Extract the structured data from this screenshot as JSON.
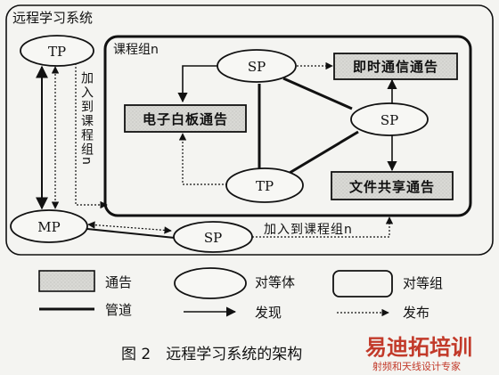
{
  "system_title": "远程学习系统",
  "course_group_label": "课程组n",
  "nodes": {
    "tp_top": "TP",
    "mp": "MP",
    "sp_bottom": "SP",
    "sp_group_top": "SP",
    "sp_group_right": "SP",
    "tp_group": "TP"
  },
  "notices": {
    "im": "即时通信通告",
    "whiteboard": "电子白板通告",
    "file_share": "文件共享通告"
  },
  "edge_labels": {
    "join_vertical": "加入到课程组n",
    "join_horizontal": "加入到课程组n"
  },
  "legend": {
    "notice": "通告",
    "pipe": "管道",
    "peer": "对等体",
    "discovery": "发现",
    "peer_group": "对等组",
    "publish": "发布"
  },
  "caption": "图 2　远程学习系统的架构",
  "watermark": {
    "brand": "易迪拓培训",
    "tagline": "射频和天线设计专家"
  },
  "colors": {
    "ink": "#111111",
    "notice_fill": "#d6d6d2",
    "watermark": "#c23a2a",
    "background": "#f4f4f1"
  }
}
